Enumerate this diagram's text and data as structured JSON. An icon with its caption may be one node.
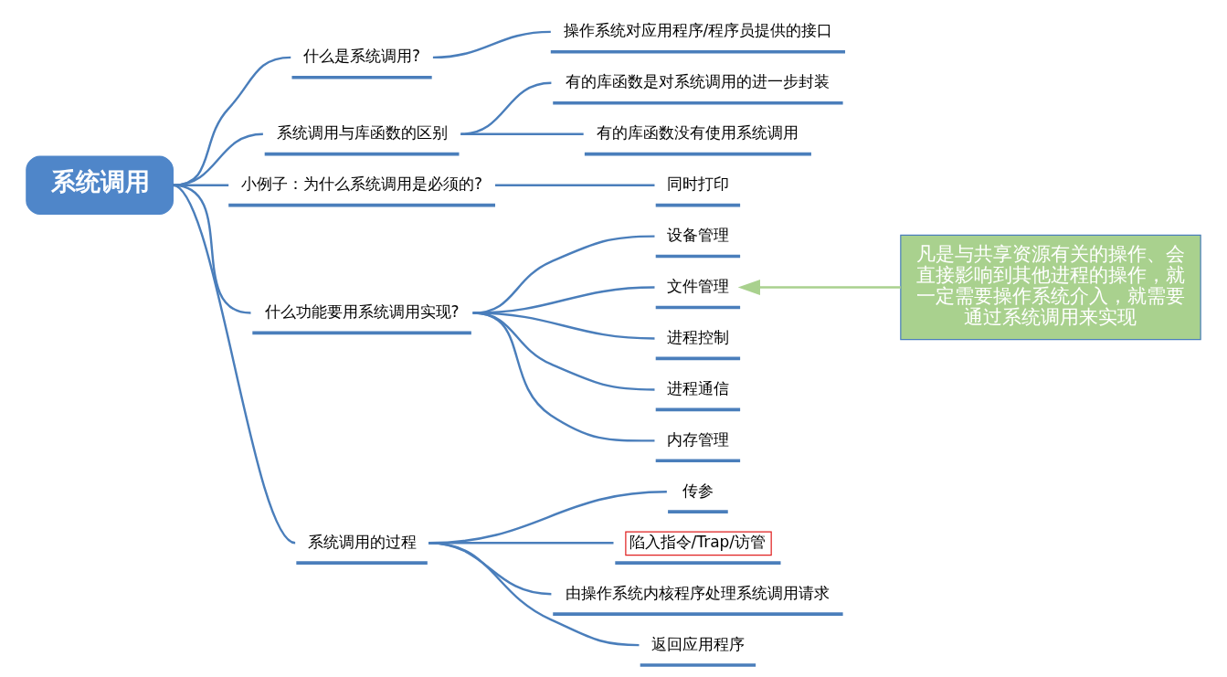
{
  "diagram": {
    "nodes": [
      {
        "text": [
          "系统调用"
        ]
      },
      {
        "text": [
          "什么是系统调用?"
        ]
      },
      {
        "text": [
          "操作系统对应用程序/程序员提供的接口"
        ]
      },
      {
        "text": [
          "系统调用与库函数的区别"
        ]
      },
      {
        "text": [
          "有的库函数是对系统调用的进一步封装"
        ]
      },
      {
        "text": [
          "有的库函数没有使用系统调用"
        ]
      },
      {
        "text": [
          "小例子：为什么系统调用是必须的?"
        ]
      },
      {
        "text": [
          "同时打印"
        ]
      },
      {
        "text": [
          "什么功能要用系统调用实现?"
        ]
      },
      {
        "text": [
          "设备管理"
        ]
      },
      {
        "text": [
          "文件管理"
        ]
      },
      {
        "text": [
          "进程控制"
        ]
      },
      {
        "text": [
          "进程通信"
        ]
      },
      {
        "text": [
          "内存管理"
        ]
      },
      {
        "text": [
          "凡是与共享资源有关的操作、会直接影响到其他进程的操作，就一定需要操作系统介入，就需要通过系统调用来实现"
        ]
      },
      {
        "text": [
          "系统调用的过程"
        ]
      },
      {
        "text": [
          "传参"
        ]
      },
      {
        "text": [
          "陷入指令/Trap/访管"
        ]
      },
      {
        "text": [
          "由操作系统内核程序处理系统调用请求"
        ]
      },
      {
        "text": [
          "返回应用程序"
        ]
      }
    ],
    "edges": [
      {
        "from": 0,
        "to": 1,
        "arrow": "none"
      },
      {
        "from": 1,
        "to": 2,
        "arrow": "none"
      },
      {
        "from": 0,
        "to": 3,
        "arrow": "none"
      },
      {
        "from": 3,
        "to": 4,
        "arrow": "none"
      },
      {
        "from": 3,
        "to": 5,
        "arrow": "none"
      },
      {
        "from": 0,
        "to": 6,
        "arrow": "none"
      },
      {
        "from": 6,
        "to": 7,
        "arrow": "none"
      },
      {
        "from": 0,
        "to": 8,
        "arrow": "none"
      },
      {
        "from": 8,
        "to": 9,
        "arrow": "none"
      },
      {
        "from": 8,
        "to": 10,
        "arrow": "none"
      },
      {
        "from": 8,
        "to": 11,
        "arrow": "none"
      },
      {
        "from": 8,
        "to": 12,
        "arrow": "none"
      },
      {
        "from": 8,
        "to": 13,
        "arrow": "none"
      },
      {
        "from": 14,
        "to": 10,
        "arrow": "to",
        "color": "#a9d18e"
      },
      {
        "from": 0,
        "to": 15,
        "arrow": "none"
      },
      {
        "from": 15,
        "to": 16,
        "arrow": "none"
      },
      {
        "from": 15,
        "to": 17,
        "arrow": "none"
      },
      {
        "from": 15,
        "to": 18,
        "arrow": "none"
      },
      {
        "from": 15,
        "to": 19,
        "arrow": "none"
      }
    ]
  }
}
